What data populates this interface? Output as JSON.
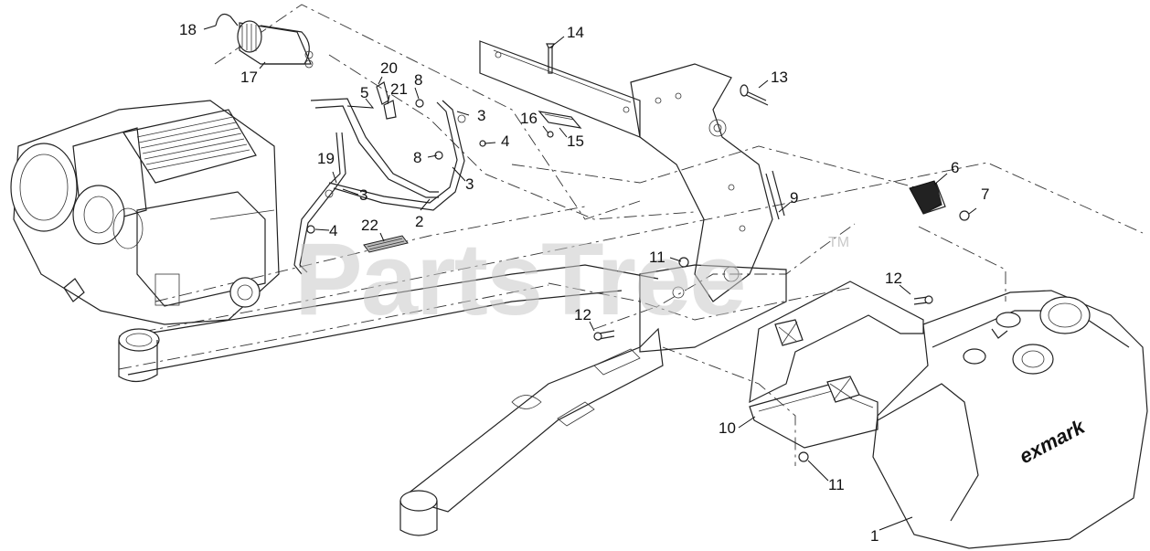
{
  "watermark": {
    "text": "PartsTree",
    "trademark": "TM"
  },
  "tank_brand": "exmark",
  "callouts": [
    {
      "id": "c1",
      "text": "1"
    },
    {
      "id": "c2",
      "text": "2"
    },
    {
      "id": "c3a",
      "text": "3"
    },
    {
      "id": "c3b",
      "text": "3"
    },
    {
      "id": "c3c",
      "text": "3"
    },
    {
      "id": "c4a",
      "text": "4"
    },
    {
      "id": "c4b",
      "text": "4"
    },
    {
      "id": "c5",
      "text": "5"
    },
    {
      "id": "c6",
      "text": "6"
    },
    {
      "id": "c7",
      "text": "7"
    },
    {
      "id": "c8a",
      "text": "8"
    },
    {
      "id": "c8b",
      "text": "8"
    },
    {
      "id": "c9",
      "text": "9"
    },
    {
      "id": "c10",
      "text": "10"
    },
    {
      "id": "c11a",
      "text": "11"
    },
    {
      "id": "c11b",
      "text": "11"
    },
    {
      "id": "c12a",
      "text": "12"
    },
    {
      "id": "c12b",
      "text": "12"
    },
    {
      "id": "c13",
      "text": "13"
    },
    {
      "id": "c14",
      "text": "14"
    },
    {
      "id": "c15",
      "text": "15"
    },
    {
      "id": "c16",
      "text": "16"
    },
    {
      "id": "c17",
      "text": "17"
    },
    {
      "id": "c18",
      "text": "18"
    },
    {
      "id": "c19",
      "text": "19"
    },
    {
      "id": "c20",
      "text": "20"
    },
    {
      "id": "c21",
      "text": "21"
    },
    {
      "id": "c22",
      "text": "22"
    }
  ]
}
